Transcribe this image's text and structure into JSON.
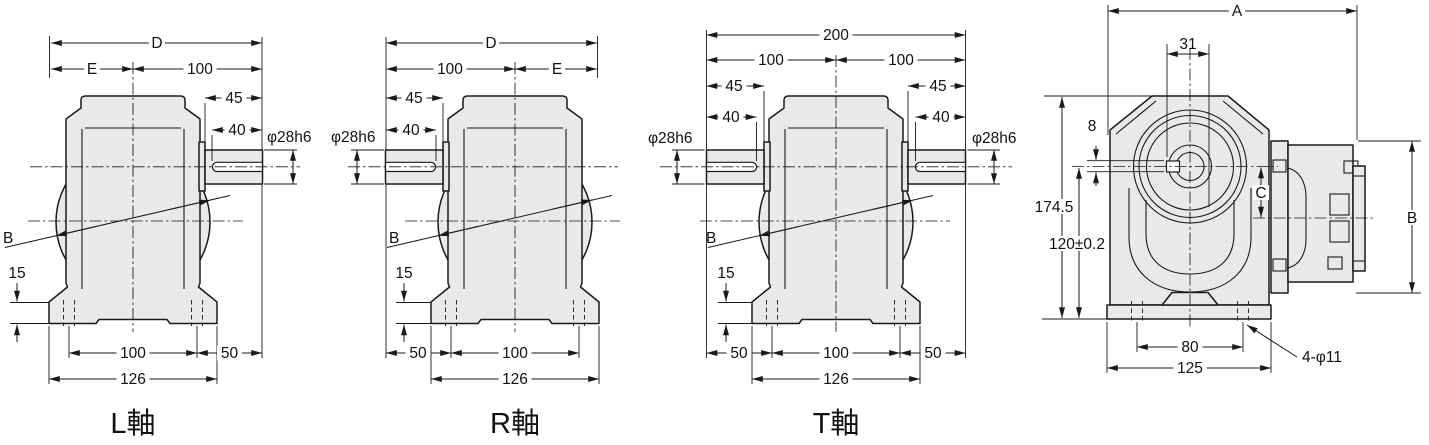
{
  "drawing": {
    "description": "Gear reducer outline dimension drawing, three shaft arrangements and front view",
    "colors": {
      "body_fill": "#e8eaea",
      "line": "#1a1a1a",
      "background": "#ffffff"
    },
    "views": {
      "L": {
        "label": "L軸",
        "overall_width": "D",
        "center_to_left": "E",
        "center_to_shaft_end": "100",
        "shaft_length": "45",
        "key_length": "40",
        "shaft_diameter": "φ28h6",
        "gear_ref": "B",
        "flange_thickness": "15",
        "bolt_pitch": "100",
        "shaft_end_to_bolt": "50",
        "base_width": "126"
      },
      "R": {
        "label": "R軸",
        "overall_width": "D",
        "center_to_right": "E",
        "center_to_shaft_end": "100",
        "shaft_length": "45",
        "key_length": "40",
        "shaft_diameter": "φ28h6",
        "gear_ref": "B",
        "flange_thickness": "15",
        "bolt_pitch": "100",
        "shaft_end_to_bolt": "50",
        "base_width": "126"
      },
      "T": {
        "label": "T軸",
        "overall_width": "200",
        "center_to_left_shaft": "100",
        "center_to_right_shaft": "100",
        "left_shaft_length": "45",
        "right_shaft_length": "45",
        "left_key_length": "40",
        "right_key_length": "40",
        "left_shaft_diameter": "φ28h6",
        "right_shaft_diameter": "φ28h6",
        "gear_ref": "B",
        "flange_thickness": "15",
        "left_overhang": "50",
        "bolt_pitch": "100",
        "right_overhang": "50",
        "base_width": "126"
      },
      "front": {
        "overall_width": "A",
        "keyway_offset": "31",
        "keyway_width": "8",
        "overall_height": "174.5",
        "shaft_center_height": "120±0.2",
        "motor_center_offset": "C",
        "motor_flange_size": "B",
        "bolt_pitch": "80",
        "base_width": "125",
        "mounting_holes": "4-φ11"
      }
    }
  }
}
